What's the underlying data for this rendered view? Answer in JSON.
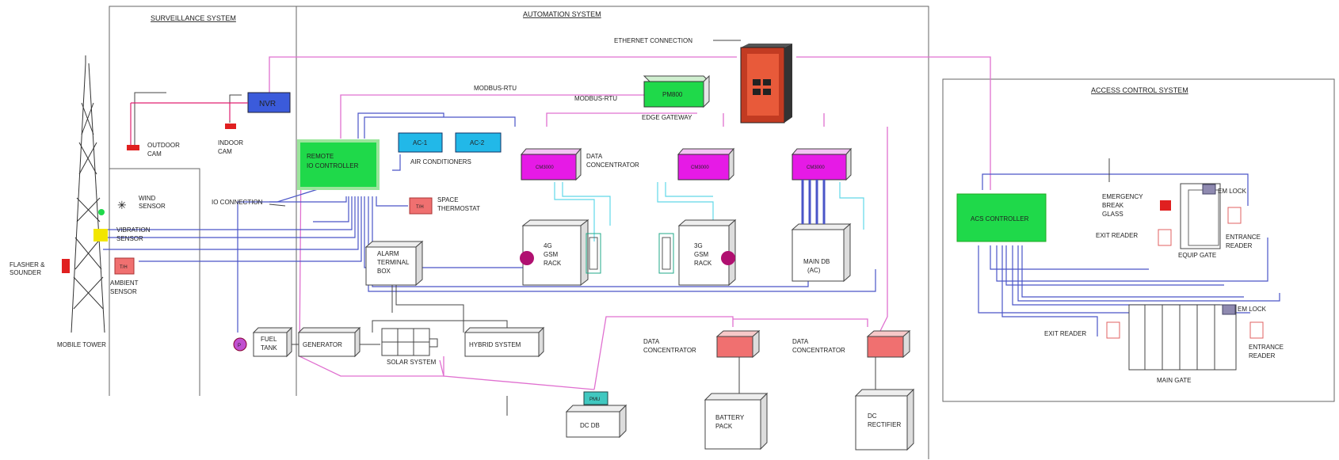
{
  "sections": {
    "surveillance": "SURVEILLANCE SYSTEM",
    "automation": "AUTOMATION SYSTEM",
    "access": "ACCESS CONTROL SYSTEM"
  },
  "surveillance": {
    "nvr": "NVR",
    "outdoor_cam": [
      "OUTDOOR",
      "CAM"
    ],
    "indoor_cam": [
      "INDOOR",
      "CAM"
    ]
  },
  "tower": {
    "label": "MOBILE TOWER",
    "wind_sensor": [
      "WIND",
      "SENSOR"
    ],
    "vibration_sensor": [
      "VIBRATION",
      "SENSOR"
    ],
    "flasher": [
      "FLASHER &",
      "SOUNDER"
    ],
    "ambient_sensor": [
      "AMBIENT",
      "SENSOR"
    ],
    "th_badge": "T/H"
  },
  "automation": {
    "ethernet": "ETHERNET CONNECTION",
    "modbus_1": "MODBUS-RTU",
    "modbus_2": "MODBUS-RTU",
    "pm_box": "PM800",
    "edge_gateway": "EDGE GATEWAY",
    "ac1": "AC-1",
    "ac2": "AC-2",
    "air_conditioners": "AIR CONDITIONERS",
    "remote_io": [
      "REMOTE",
      "IO CONTROLLER"
    ],
    "io_connection": "IO CONNECTION",
    "space_thermostat": [
      "SPACE",
      "THERMOSTAT"
    ],
    "th_badge": "T/H",
    "dc_box_1": "CM3000",
    "dc_box_2": "CM3000",
    "dc_box_3": "CM3000",
    "data_concentrator_top": [
      "DATA",
      "CONCENTRATOR"
    ],
    "rack_4g": [
      "4G",
      "GSM",
      "RACK"
    ],
    "rack_3g": [
      "3G",
      "GSM",
      "RACK"
    ],
    "main_db": [
      "MAIN DB",
      "(AC)"
    ],
    "alarm_box": [
      "ALARM",
      "TERMINAL",
      "BOX"
    ],
    "p_badge": "P",
    "fuel_tank": [
      "FUEL",
      "TANK"
    ],
    "generator": "GENERATOR",
    "solar": "SOLAR SYSTEM",
    "hybrid": "HYBRID SYSTEM",
    "pmu": "PMU",
    "dc_db": "DC DB",
    "dc_left": [
      "DATA",
      "CONCENTRATOR"
    ],
    "dc_right": [
      "DATA",
      "CONCENTRATOR"
    ],
    "battery": [
      "BATTERY",
      "PACK"
    ],
    "rectifier": [
      "DC",
      "RECTIFIER"
    ]
  },
  "access": {
    "controller": "ACS CONTROLLER",
    "emergency": [
      "EMERGENCY",
      "BREAK",
      "GLASS"
    ],
    "em_lock_1": "EM LOCK",
    "exit_reader_1": "EXIT READER",
    "entrance_reader_1": [
      "ENTRANCE",
      "READER"
    ],
    "equip_gate": "EQUIP GATE",
    "exit_reader_2": "EXIT READER",
    "em_lock_2": "EM LOCK",
    "entrance_reader_2": [
      "ENTRANCE",
      "READER"
    ],
    "main_gate": "MAIN GATE"
  },
  "colors": {
    "green": "#1fd94a",
    "blue": "#3b5bdb",
    "cyan": "#22b8e8",
    "magenta": "#e61ae6",
    "salmon": "#f07070",
    "pink_line": "#e070d0",
    "blue_line": "#4a55c8",
    "cyan_line": "#60d8e8",
    "purple": "#b01070",
    "frame": "#555555"
  }
}
